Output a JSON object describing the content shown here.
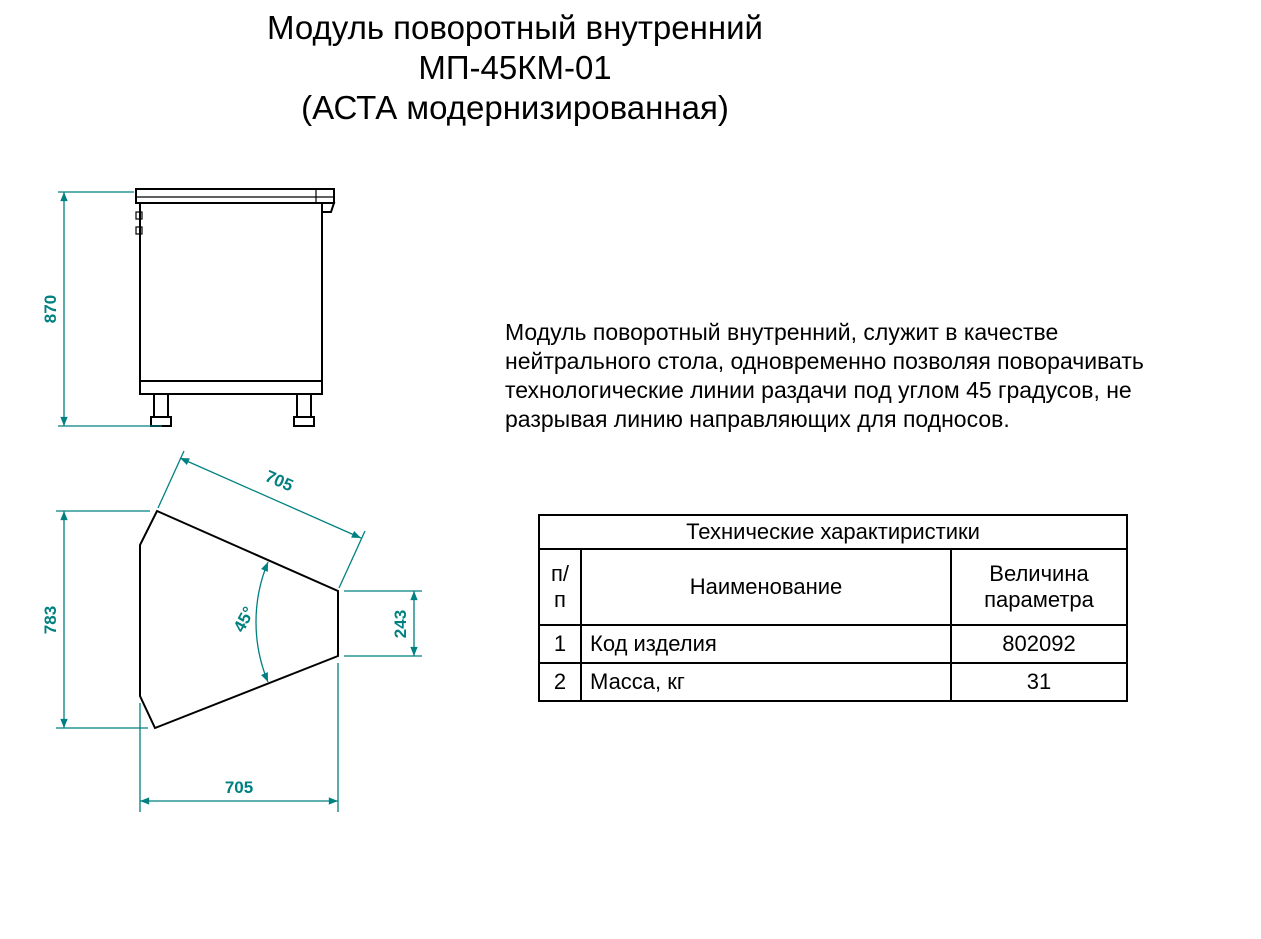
{
  "title": {
    "line1": "Модуль поворотный внутренний",
    "line2": "МП-45КМ-01",
    "line3": "(АСТА модернизированная)"
  },
  "description": "Модуль поворотный внутренний, служит в качестве нейтрального стола, одновременно позволяя поворачивать технологические линии раздачи под углом 45 градусов, не разрывая линию направляющих для подносов.",
  "drawings": {
    "dimension_color": "#008080",
    "line_color": "#000000",
    "front_view": {
      "height_dim": "870"
    },
    "top_view": {
      "top_edge_dim": "705",
      "left_height_dim": "783",
      "right_edge_dim": "243",
      "angle_dim": "45°",
      "bottom_width_dim": "705"
    }
  },
  "table": {
    "title": "Технические характиристики",
    "columns": [
      "п/п",
      "Наименование",
      "Величина параметра"
    ],
    "rows": [
      {
        "num": "1",
        "name": "Код изделия",
        "value": "802092"
      },
      {
        "num": "2",
        "name": "Масса, кг",
        "value": "31"
      }
    ]
  }
}
